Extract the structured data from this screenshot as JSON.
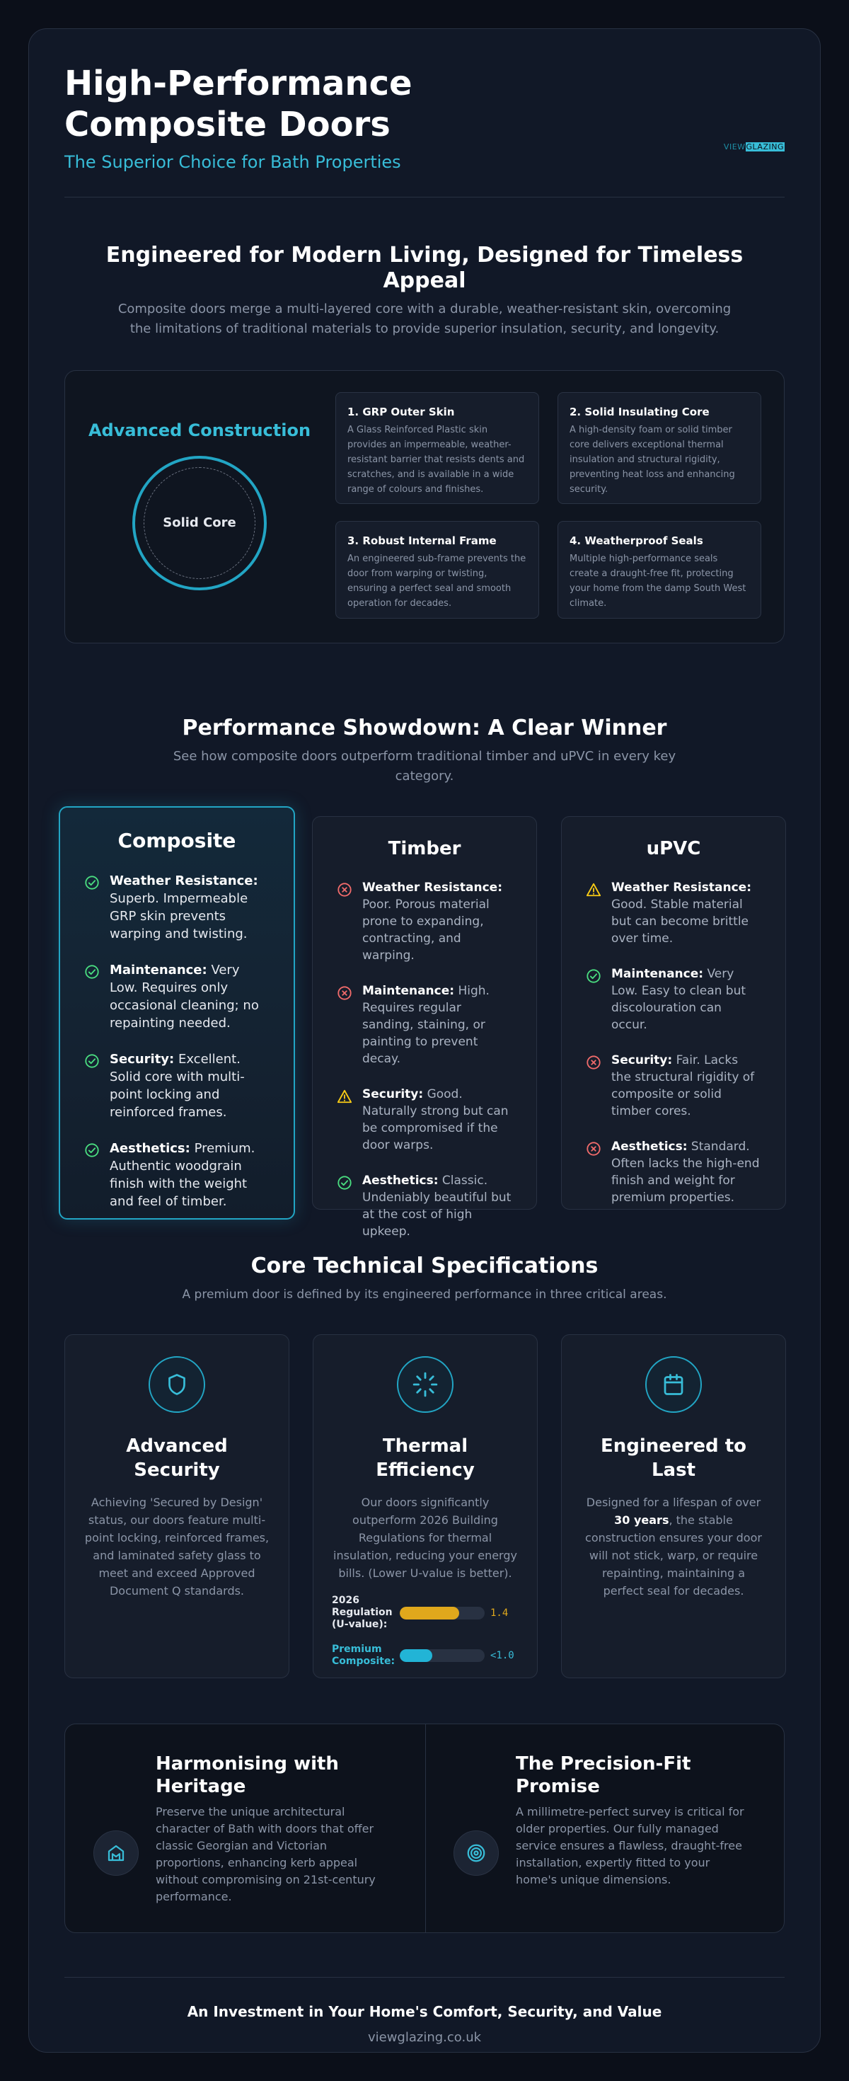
{
  "header": {
    "title": "High-Performance\nComposite Doors",
    "subtitle": "The Superior Choice for Bath Properties",
    "logo_part1": "VIEW",
    "logo_part2": "GLAZING"
  },
  "intro": {
    "title": "Engineered for Modern Living, Designed for Timeless Appeal",
    "description": "Composite doors merge a multi-layered core with a durable, weather-resistant skin, overcoming the limitations of traditional materials to provide superior insulation, security, and longevity."
  },
  "construction": {
    "title": "Advanced Construction",
    "core_label": "Solid Core",
    "layers": [
      {
        "title": "1. GRP Outer Skin",
        "text": "A Glass Reinforced Plastic skin provides an impermeable, weather-resistant barrier that resists dents and scratches, and is available in a wide range of colours and finishes."
      },
      {
        "title": "2. Solid Insulating Core",
        "text": "A high-density foam or solid timber core delivers exceptional thermal insulation and structural rigidity, preventing heat loss and enhancing security."
      },
      {
        "title": "3. Robust Internal Frame",
        "text": "An engineered sub-frame prevents the door from warping or twisting, ensuring a perfect seal and smooth operation for decades."
      },
      {
        "title": "4. Weatherproof Seals",
        "text": "Multiple high-performance seals create a draught-free fit, protecting your home from the damp South West climate."
      }
    ]
  },
  "showdown": {
    "title": "Performance Showdown: A Clear Winner",
    "description": "See how composite doors outperform traditional timber and uPVC in every key category.",
    "cards": [
      {
        "name": "Composite",
        "rows": [
          {
            "status": "check",
            "label": "Weather Resistance:",
            "text": " Superb. Impermeable GRP skin prevents warping and twisting."
          },
          {
            "status": "check",
            "label": "Maintenance:",
            "text": " Very Low. Requires only occasional cleaning; no repainting needed."
          },
          {
            "status": "check",
            "label": "Security:",
            "text": " Excellent. Solid core with multi-point locking and reinforced frames."
          },
          {
            "status": "check",
            "label": "Aesthetics:",
            "text": " Premium. Authentic woodgrain finish with the weight and feel of timber."
          }
        ]
      },
      {
        "name": "Timber",
        "rows": [
          {
            "status": "cross",
            "label": "Weather Resistance:",
            "text": " Poor. Porous material prone to expanding, contracting, and warping."
          },
          {
            "status": "cross",
            "label": "Maintenance:",
            "text": " High. Requires regular sanding, staining, or painting to prevent decay."
          },
          {
            "status": "warn",
            "label": "Security:",
            "text": " Good. Naturally strong but can be compromised if the door warps."
          },
          {
            "status": "check",
            "label": "Aesthetics:",
            "text": " Classic. Undeniably beautiful but at the cost of high upkeep."
          }
        ]
      },
      {
        "name": "uPVC",
        "rows": [
          {
            "status": "warn",
            "label": "Weather Resistance:",
            "text": " Good. Stable material but can become brittle over time."
          },
          {
            "status": "check",
            "label": "Maintenance:",
            "text": " Very Low. Easy to clean but discolouration can occur."
          },
          {
            "status": "cross",
            "label": "Security:",
            "text": " Fair. Lacks the structural rigidity of composite or solid timber cores."
          },
          {
            "status": "cross",
            "label": "Aesthetics:",
            "text": " Standard. Often lacks the high-end finish and weight for premium properties."
          }
        ]
      }
    ]
  },
  "specs": {
    "title": "Core Technical Specifications",
    "description": "A premium door is defined by its engineered performance in three critical areas.",
    "cards": [
      {
        "icon": "shield-icon",
        "title": "Advanced Security",
        "text": "Achieving 'Secured by Design' status, our doors feature multi-point locking, reinforced frames, and laminated safety glass to meet and exceed Approved Document Q standards."
      },
      {
        "icon": "sun-icon",
        "title": "Thermal Efficiency",
        "text": "Our doors significantly outperform 2026 Building Regulations for thermal insulation, reducing your energy bills. (Lower U-value is better)."
      },
      {
        "icon": "calendar-icon",
        "title": "Engineered to Last",
        "text_pre": "Designed for a lifespan of over ",
        "text_bold": "30 years",
        "text_post": ", the stable construction ensures your door will not stick, warp, or require repainting, maintaining a perfect seal for decades."
      }
    ],
    "uvalue": [
      {
        "label": "2026 Regulation (U-value):",
        "value_text": "1.4",
        "fill": 0.7,
        "color": "#e0a81c"
      },
      {
        "label": "Premium Composite:",
        "value_text": "<1.0",
        "fill": 0.38,
        "color": "#22b4d6"
      }
    ]
  },
  "features": [
    {
      "icon": "home-icon",
      "title": "Harmonising with Heritage",
      "text": "Preserve the unique architectural character of Bath with doors that offer classic Georgian and Victorian proportions, enhancing kerb appeal without compromising on 21st-century performance."
    },
    {
      "icon": "target-icon",
      "title": "The Precision-Fit Promise",
      "text": "A millimetre-perfect survey is critical for older properties. Our fully managed service ensures a flawless, draught-free installation, expertly fitted to your home's unique dimensions."
    }
  ],
  "footer": {
    "tagline": "An Investment in Your Home's Comfort, Security, and Value",
    "url": "viewglazing.co.uk"
  },
  "colors": {
    "accent": "#38bdd8",
    "check": "#4ade80",
    "cross": "#f16b6b",
    "warn": "#facc15"
  }
}
